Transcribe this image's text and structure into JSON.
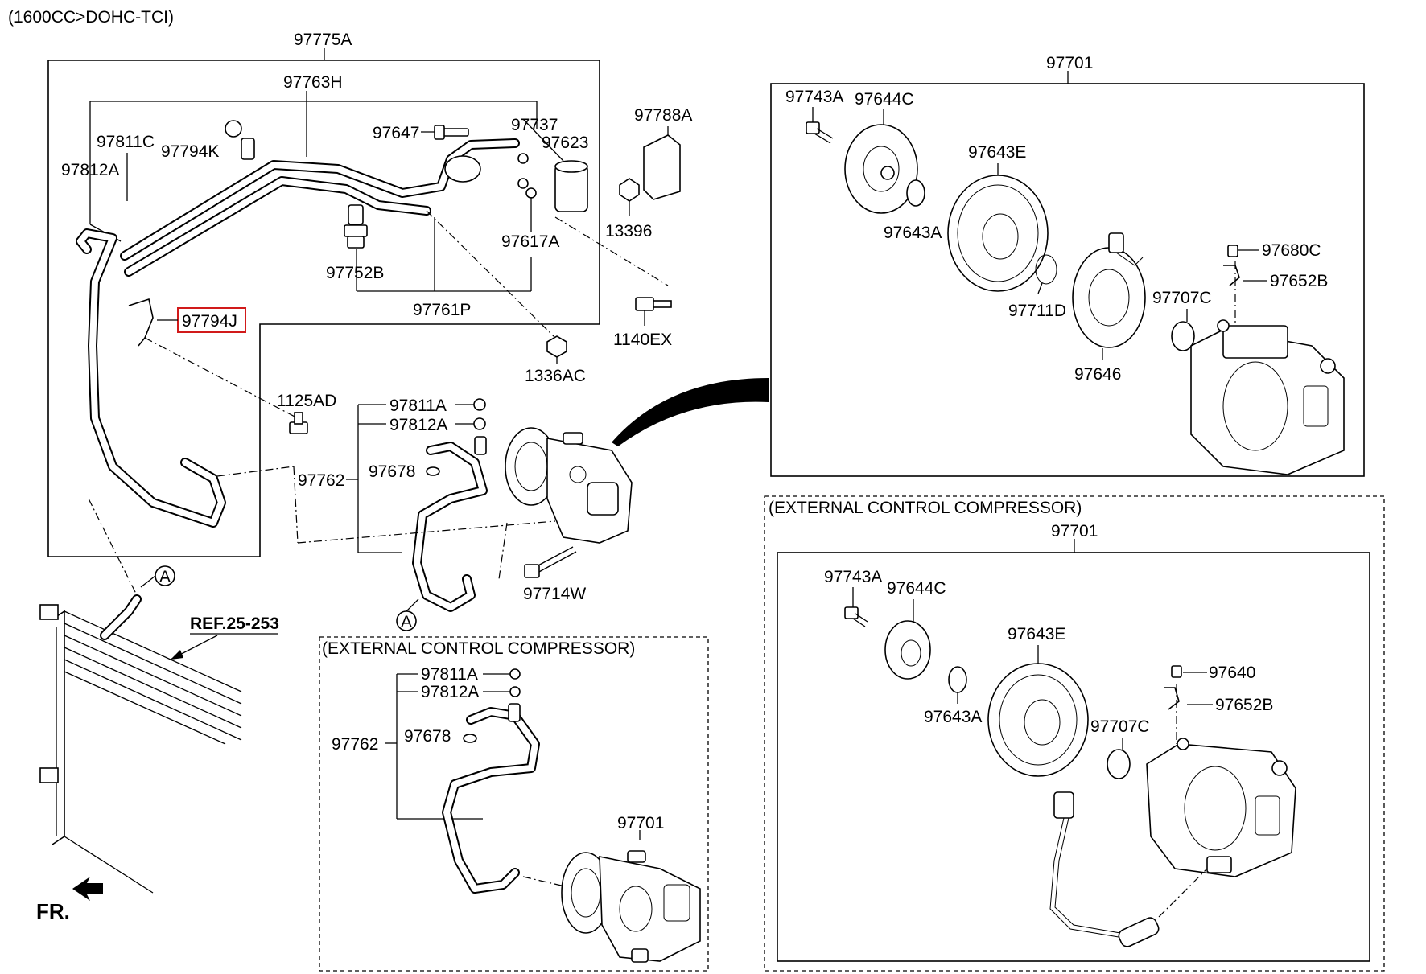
{
  "header": {
    "engine_code": "(1600CC>DOHC-TCI)"
  },
  "callouts": {
    "p97775A": "97775A",
    "p97763H": "97763H",
    "p97811C": "97811C",
    "p97794K": "97794K",
    "p97812A": "97812A",
    "p97647": "97647",
    "p97737": "97737",
    "p97623": "97623",
    "p97788A": "97788A",
    "p13396": "13396",
    "p97617A": "97617A",
    "p97752B": "97752B",
    "p97761P": "97761P",
    "p97794J": "97794J",
    "p1140EX": "1140EX",
    "p1336AC": "1336AC",
    "p1125AD": "1125AD",
    "p97811A": "97811A",
    "p97812A_b": "97812A",
    "p97762": "97762",
    "p97678": "97678",
    "p97714W": "97714W",
    "marker_a1": "A",
    "marker_a2": "A",
    "ref": "REF.25-253",
    "fr": "FR."
  },
  "detail_top": {
    "p97701": "97701",
    "p97743A": "97743A",
    "p97644C": "97644C",
    "p97643E": "97643E",
    "p97643A": "97643A",
    "p97680C": "97680C",
    "p97652B": "97652B",
    "p97707C": "97707C",
    "p97711D": "97711D",
    "p97646": "97646"
  },
  "ext_left": {
    "title": "(EXTERNAL CONTROL COMPRESSOR)",
    "p97811A": "97811A",
    "p97812A": "97812A",
    "p97762": "97762",
    "p97678": "97678",
    "p97701": "97701"
  },
  "ext_right": {
    "title": "(EXTERNAL CONTROL COMPRESSOR)",
    "p97701": "97701",
    "p97743A": "97743A",
    "p97644C": "97644C",
    "p97643E": "97643E",
    "p97643A": "97643A",
    "p97640": "97640",
    "p97652B": "97652B",
    "p97707C": "97707C"
  },
  "colors": {
    "highlight_box": "#d11a1a",
    "line": "#000000",
    "background": "#ffffff"
  }
}
